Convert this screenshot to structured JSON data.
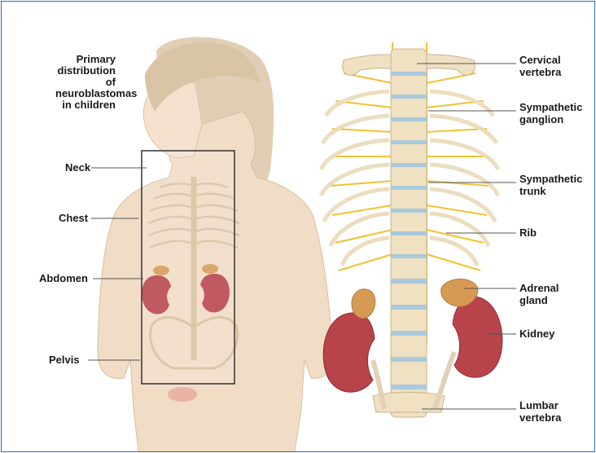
{
  "title_lines": [
    "Primary",
    "distribution of",
    "neuroblastomas",
    "in children"
  ],
  "left_labels": {
    "neck": "Neck",
    "chest": "Chest",
    "abdomen": "Abdomen",
    "pelvis": "Pelvis"
  },
  "right_labels": {
    "cervical": [
      "Cervical",
      "vertebra"
    ],
    "ganglion": [
      "Sympathetic",
      "ganglion"
    ],
    "trunk": [
      "Sympathetic",
      "trunk"
    ],
    "rib": "Rib",
    "adrenal": [
      "Adrenal",
      "gland"
    ],
    "kidney": "Kidney",
    "lumbar": [
      "Lumbar",
      "vertebra"
    ]
  },
  "colors": {
    "frame": "#2f6db3",
    "skin": "#f1dcc6",
    "hair": "#ddc9ad",
    "bone": "#efe1c2",
    "disc": "#a9c9dd",
    "nerve": "#f2c230",
    "kidney": "#b8434a",
    "adrenal": "#d79a55"
  }
}
